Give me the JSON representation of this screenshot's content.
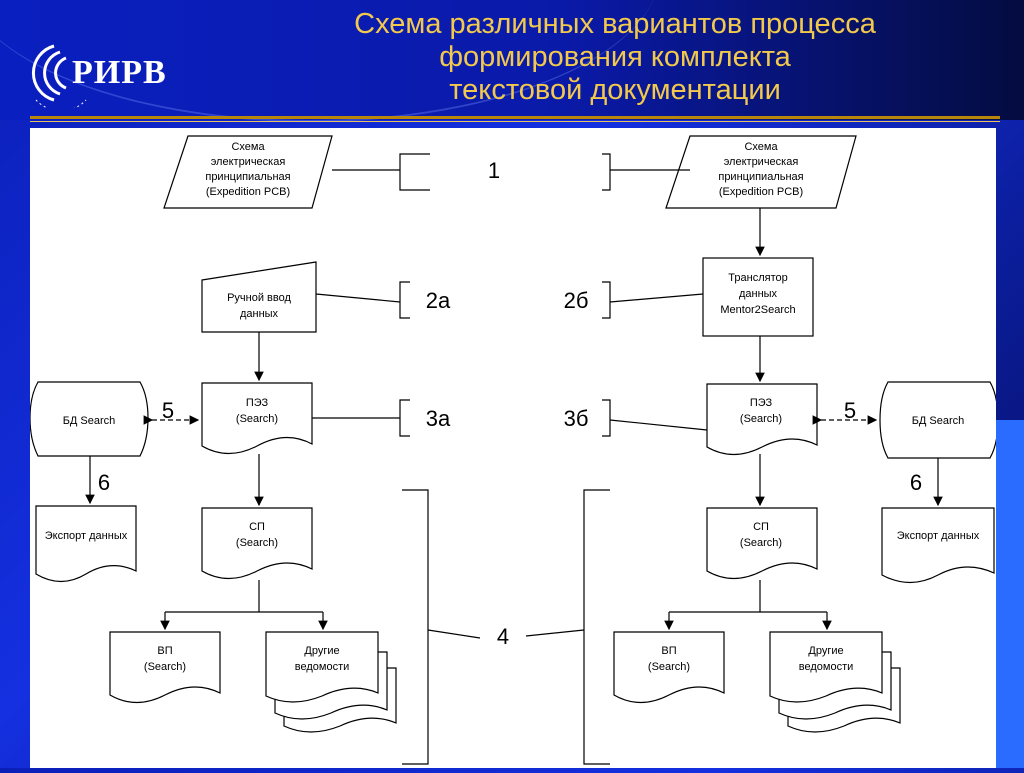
{
  "slide": {
    "title_lines": [
      "Схема различных вариантов процесса",
      "формирования комплекта",
      "текстовой документации"
    ],
    "logo_text": "РИРВ"
  },
  "left": {
    "schema": [
      "Схема",
      "электрическая",
      "принципиальная",
      "(Expedition PCB)"
    ],
    "manual": [
      "Ручной ввод",
      "данных"
    ],
    "pez": [
      "ПЭЗ",
      "(Search)"
    ],
    "db": "БД Search",
    "export": "Экспорт данных",
    "sp": [
      "СП",
      "(Search)"
    ],
    "vp": [
      "ВП",
      "(Search)"
    ],
    "other": [
      "Другие",
      "ведомости"
    ]
  },
  "right": {
    "schema": [
      "Схема",
      "электрическая",
      "принципиальная",
      "(Expedition PCB)"
    ],
    "translator": [
      "Транслятор",
      "данных",
      "Mentor2Search"
    ],
    "pez": [
      "ПЭЗ",
      "(Search)"
    ],
    "db": "БД Search",
    "export": "Экспорт данных",
    "sp": [
      "СП",
      "(Search)"
    ],
    "vp": [
      "ВП",
      "(Search)"
    ],
    "other": [
      "Другие",
      "ведомости"
    ]
  },
  "labels": {
    "n1": "1",
    "n2a": "2а",
    "n2b": "2б",
    "n3a": "3а",
    "n3b": "3б",
    "n4": "4",
    "n5_left": "5",
    "n5_right": "5",
    "n6_left": "6",
    "n6_right": "6"
  }
}
